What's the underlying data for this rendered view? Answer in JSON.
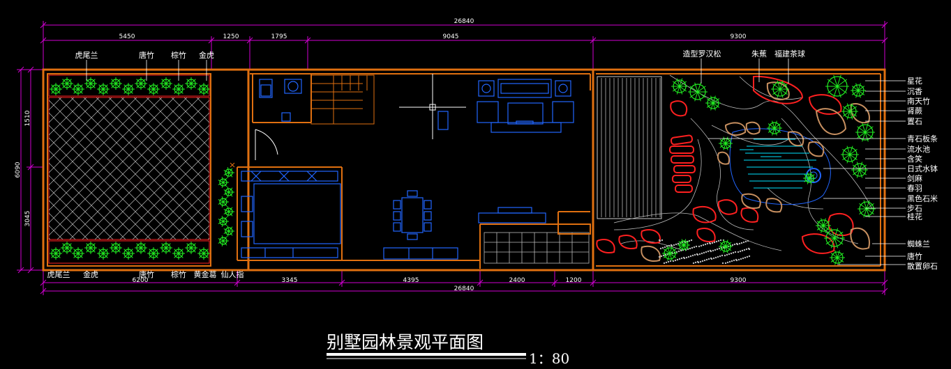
{
  "dimensions": {
    "overall_top": "26840",
    "overall_bottom": "26840",
    "top_segments": [
      "5450",
      "1250",
      "1795",
      "9045",
      "9300"
    ],
    "bottom_segments": [
      "6200",
      "3345",
      "4395",
      "2400",
      "1200",
      "9300"
    ],
    "left_overall": "6090",
    "left_upper": "1510",
    "left_lower": "3045"
  },
  "plant_labels": {
    "top_left": [
      "虎尾兰",
      "唐竹",
      "棕竹",
      "金虎"
    ],
    "bottom_left": [
      "虎尾兰",
      "金虎",
      "唐竹",
      "棕竹",
      "黄金葛",
      "仙人指"
    ],
    "top_right": [
      "造型罗汉松",
      "朱蕉",
      "福建茶球"
    ],
    "right_side": [
      "星花",
      "沉香",
      "南天竹",
      "肾蕨",
      "置石",
      "青石板条",
      "流水池",
      "含笑",
      "日式水钵",
      "剑麻",
      "春羽",
      "黑色石米",
      "步石",
      "桂花",
      "蜘蛛兰",
      "唐竹",
      "散置卵石"
    ]
  },
  "drawing_title": "别墅园林景观平面图",
  "scale": "1：80",
  "colors": {
    "background": "#000000",
    "dimension": "#d200d2",
    "wall": "#e07010",
    "furniture": "#2266ff",
    "stone": "#ff2020",
    "plants": "#22ee22",
    "water": "#00e5ff",
    "text": "#ffffff"
  }
}
